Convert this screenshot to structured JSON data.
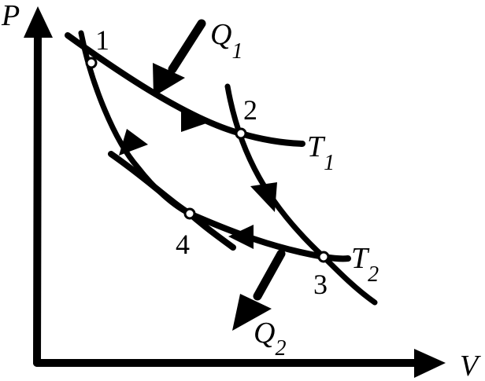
{
  "labels": {
    "pressure_axis": "P",
    "volume_axis": "V",
    "isotherm_high": {
      "symbol": "T",
      "subscript": "1"
    },
    "isotherm_low": {
      "symbol": "T",
      "subscript": "2"
    },
    "heat_in": {
      "symbol": "Q",
      "subscript": "1"
    },
    "heat_out": {
      "symbol": "Q",
      "subscript": "2"
    },
    "states": [
      "1",
      "2",
      "3",
      "4"
    ]
  },
  "colors": {
    "ink": "#000000",
    "background": "#ffffff",
    "state_marker_fill": "#ffffff"
  }
}
